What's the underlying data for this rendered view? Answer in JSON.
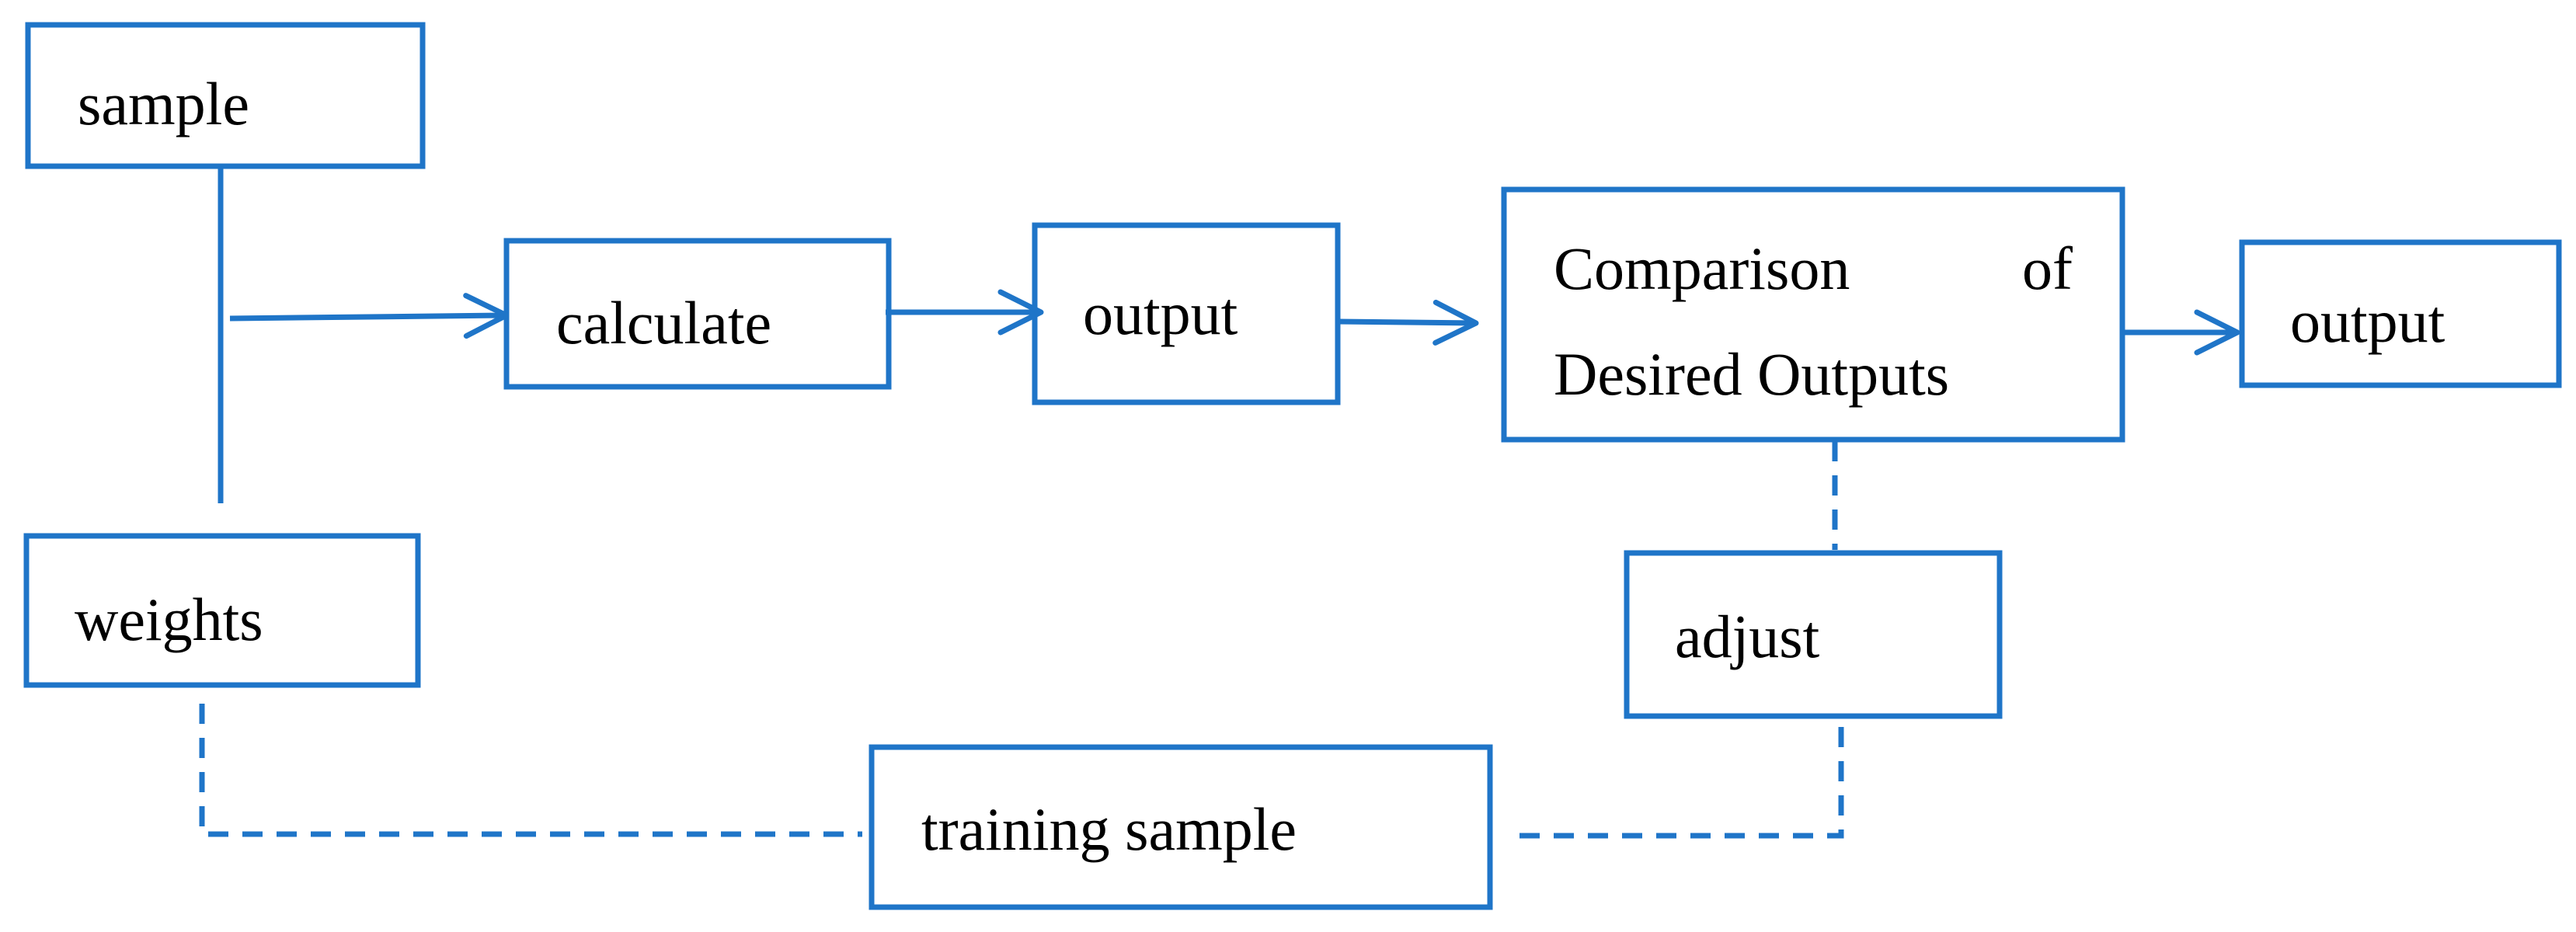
{
  "diagram": {
    "stroke_color": "#1f75c8",
    "text_color": "#000000",
    "background": "#ffffff",
    "nodes": {
      "sample": "sample",
      "weights": "weights",
      "calculate": "calculate",
      "output_1": "output",
      "comparison_line1": "Comparison",
      "comparison_line1b": "of",
      "comparison_line2": "Desired Outputs",
      "output_2": "output",
      "adjust": "adjust",
      "training_sample": "training sample"
    }
  }
}
